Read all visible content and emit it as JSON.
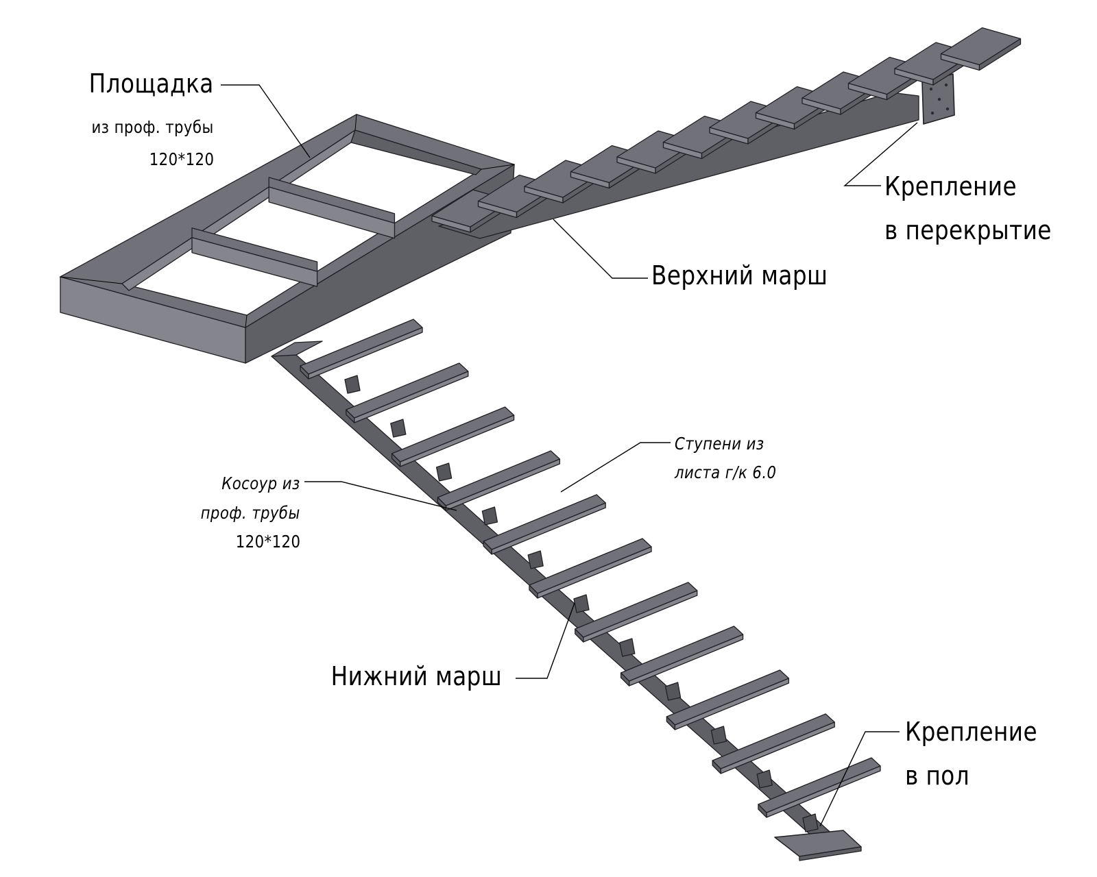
{
  "colors": {
    "metal_top": "#717179",
    "metal_side": "#5f5f66",
    "metal_front": "#85858d",
    "edge": "#1f1f24",
    "leader": "#000000",
    "background": "#ffffff"
  },
  "labels": {
    "platform": {
      "title": "Площадка",
      "line1": "из проф. трубы",
      "line2": "120*120"
    },
    "upper_flight": "Верхний марш",
    "ceiling_mount": {
      "line1": "Крепление",
      "line2": "в перекрытие"
    },
    "stringer": {
      "line1": "Косоур из",
      "line2": "проф. трубы",
      "line3": "120*120"
    },
    "treads": {
      "line1": "Ступени из",
      "line2": "листа г/к 6.0"
    },
    "lower_flight": "Нижний марш",
    "floor_mount": {
      "line1": "Крепление",
      "line2": "в пол"
    }
  }
}
